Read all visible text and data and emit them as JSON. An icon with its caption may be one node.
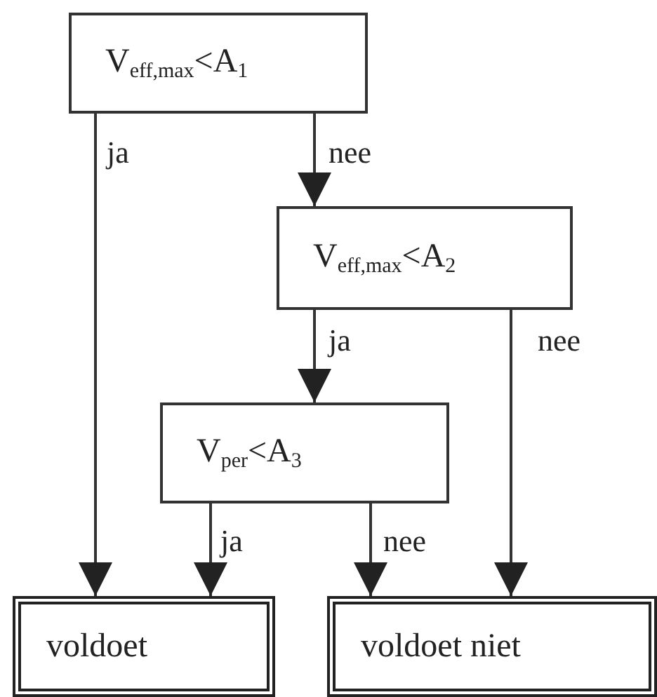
{
  "diagram": {
    "nodes": [
      {
        "text": [
          "V$_{eff,max}$<A$_{1}$"
        ]
      },
      {
        "text": [
          "V$_{eff,max}$<A$_{2}$"
        ]
      },
      {
        "text": [
          "V$_{per}$<A$_{3}$"
        ]
      },
      {
        "text": [
          "voldoet"
        ]
      },
      {
        "text": [
          "voldoet niet"
        ]
      }
    ],
    "edges": [
      {
        "from": 0,
        "to": 3,
        "arrow": "to",
        "label": "ja"
      },
      {
        "from": 0,
        "to": 1,
        "arrow": "to",
        "label": "nee"
      },
      {
        "from": 1,
        "to": 2,
        "arrow": "to",
        "label": "ja"
      },
      {
        "from": 1,
        "to": 4,
        "arrow": "to",
        "label": "nee"
      },
      {
        "from": 2,
        "to": 3,
        "arrow": "to",
        "label": "ja"
      },
      {
        "from": 2,
        "to": 4,
        "arrow": "to",
        "label": "nee"
      }
    ]
  }
}
